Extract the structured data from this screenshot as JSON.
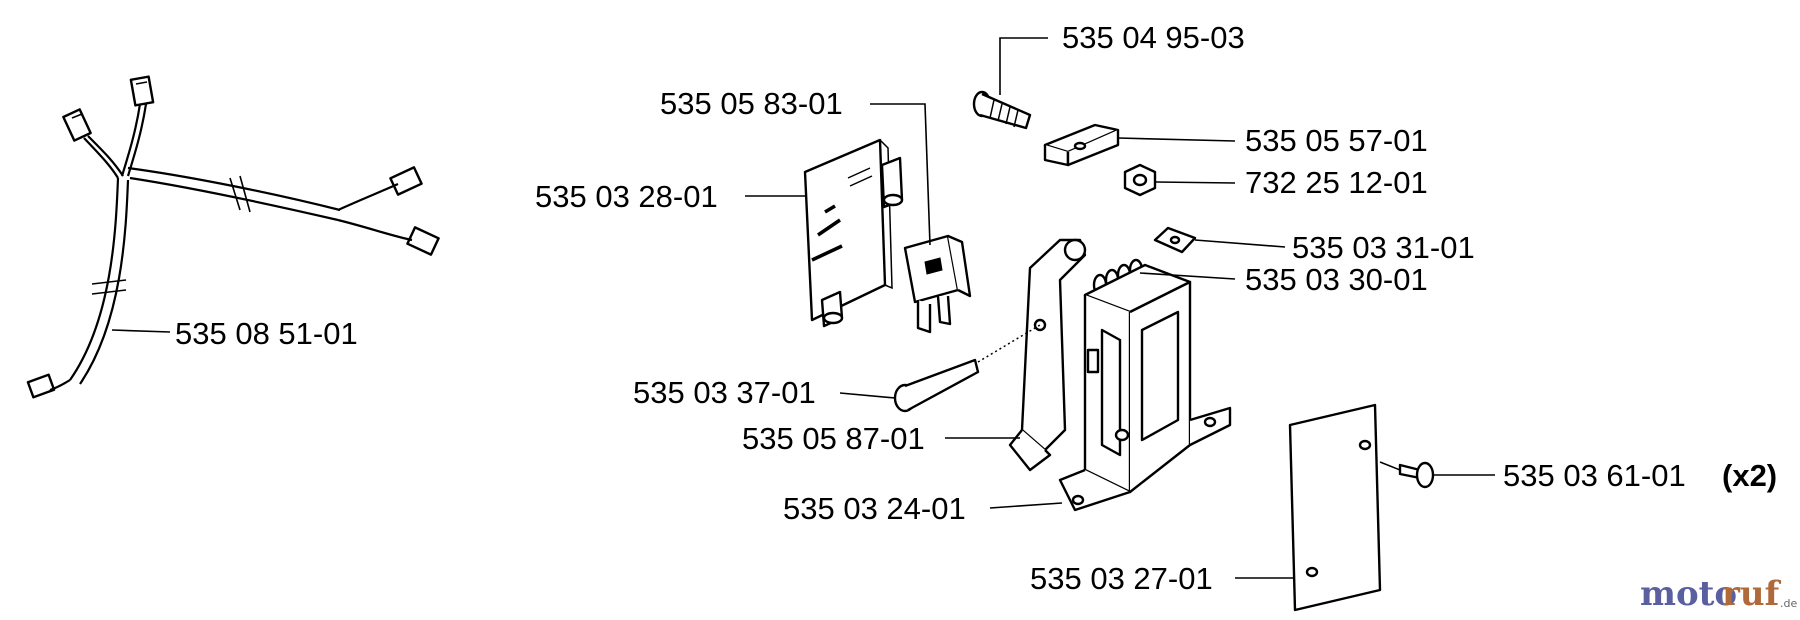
{
  "parts": {
    "screw_top": "535 04 95-03",
    "switch": "535 05 83-01",
    "plate": "535 03 28-01",
    "bracket": "535 05 57-01",
    "nut": "732 25 12-01",
    "washer_plate": "535 03 31-01",
    "spring": "535 03 30-01",
    "harness": "535 08 51-01",
    "pin": "535 03 37-01",
    "lever": "535 05 87-01",
    "housing": "535 03 24-01",
    "side_screw": "535 03 61-01",
    "side_screw_qty": "(x2)",
    "cover": "535 03 27-01"
  },
  "watermark": {
    "part1": "moto",
    "part2": "ruf",
    "suffix": ".de"
  }
}
